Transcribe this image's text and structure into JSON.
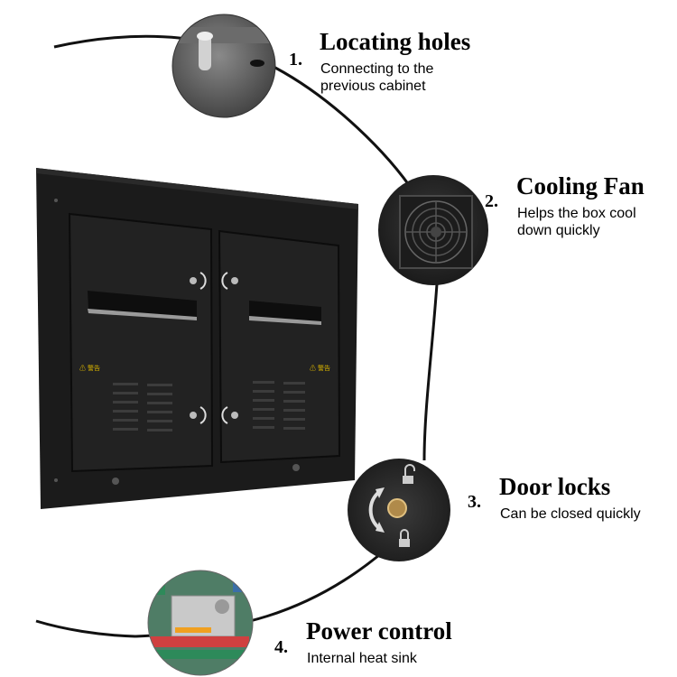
{
  "features": [
    {
      "number": "1.",
      "title": "Locating holes",
      "desc_line1": "Connecting to the",
      "desc_line2": "previous cabinet",
      "icon": "locating-pin"
    },
    {
      "number": "2.",
      "title": "Cooling Fan",
      "desc_line1": "Helps the box cool",
      "desc_line2": "down quickly",
      "icon": "fan"
    },
    {
      "number": "3.",
      "title": "Door locks",
      "desc_line1": "Can be closed quickly",
      "desc_line2": "",
      "icon": "lock"
    },
    {
      "number": "4.",
      "title": "Power control",
      "desc_line1": "Internal heat sink",
      "desc_line2": "",
      "icon": "power-supply"
    }
  ],
  "cabinet": {
    "warning_label": "⚠ 警告"
  },
  "colors": {
    "cabinet": "#1b1b1b",
    "arc": "#111111",
    "text": "#000000"
  }
}
